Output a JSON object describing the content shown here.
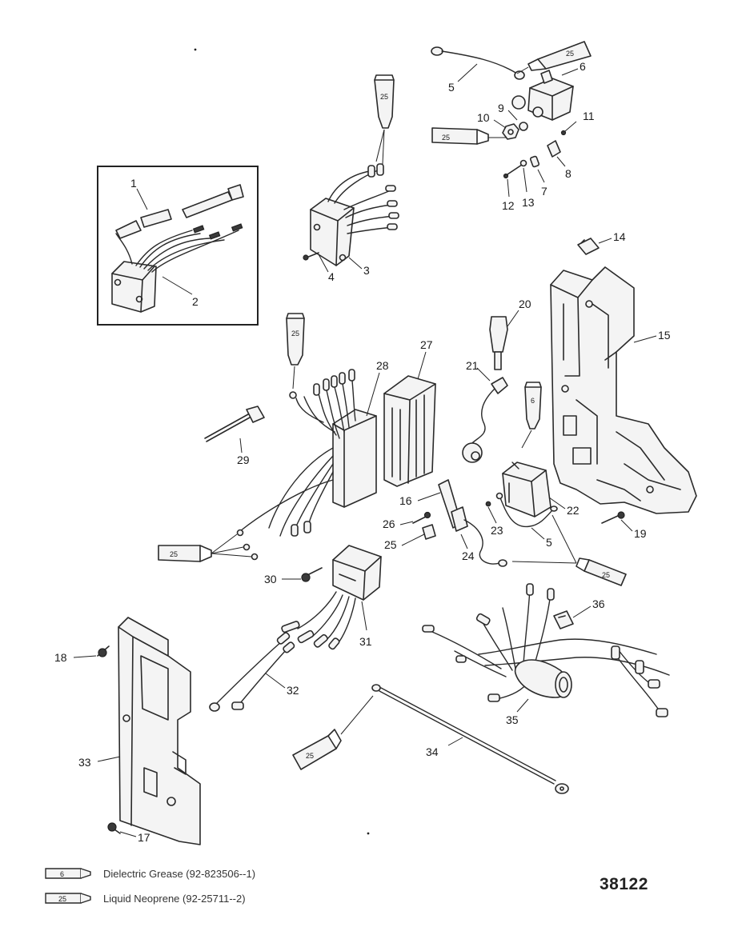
{
  "diagram": {
    "callouts": {
      "c1": "1",
      "c2": "2",
      "c3": "3",
      "c4": "4",
      "c5a": "5",
      "c5b": "5",
      "c6": "6",
      "c7": "7",
      "c8": "8",
      "c9": "9",
      "c10": "10",
      "c11": "11",
      "c12": "12",
      "c13": "13",
      "c14": "14",
      "c15": "15",
      "c16": "16",
      "c17": "17",
      "c18": "18",
      "c19": "19",
      "c20": "20",
      "c21": "21",
      "c22": "22",
      "c23": "23",
      "c24": "24",
      "c25": "25",
      "c26": "26",
      "c27": "27",
      "c28": "28",
      "c29": "29",
      "c30": "30",
      "c31": "31",
      "c32": "32",
      "c33": "33",
      "c34": "34",
      "c35": "35",
      "c36": "36"
    },
    "tube_labels": {
      "t25_top": "25",
      "t25_switch": "25",
      "t25_reg": "25",
      "t25_switchbox": "25",
      "t6_coil": "6",
      "t25_wire": "25",
      "t25_cable": "25"
    }
  },
  "legend": {
    "grease_code": "6",
    "grease_text": "Dielectric Grease (92-823506--1)",
    "neoprene_code": "25",
    "neoprene_text": "Liquid Neoprene (92-25711--2)"
  },
  "figure_number": "38122"
}
